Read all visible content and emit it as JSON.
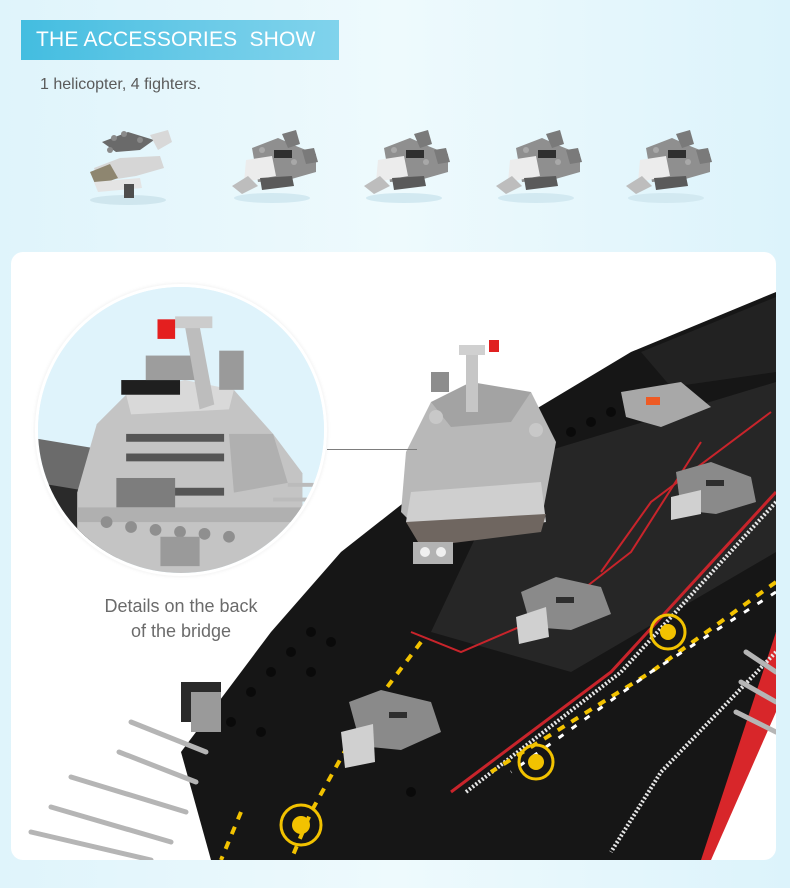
{
  "header": {
    "title": "THE ACCESSORIES  SHOW",
    "subtitle": "1 helicopter, 4 fighters."
  },
  "accessories": [
    {
      "type": "helicopter",
      "label": "helicopter"
    },
    {
      "type": "fighter",
      "label": "fighter 1"
    },
    {
      "type": "fighter",
      "label": "fighter 2"
    },
    {
      "type": "fighter",
      "label": "fighter 3"
    },
    {
      "type": "fighter",
      "label": "fighter 4"
    }
  ],
  "detail": {
    "caption_line1": "Details on the back",
    "caption_line2": "of the bridge"
  },
  "colors": {
    "banner": "#43bde0",
    "background": "#e6f7fc",
    "deck": "#1a1a1a",
    "deck_marking_yellow": "#f2c200",
    "deck_marking_red": "#c8242b",
    "hull_red": "#d8262a",
    "bridge_gray": "#bdbdbd"
  }
}
